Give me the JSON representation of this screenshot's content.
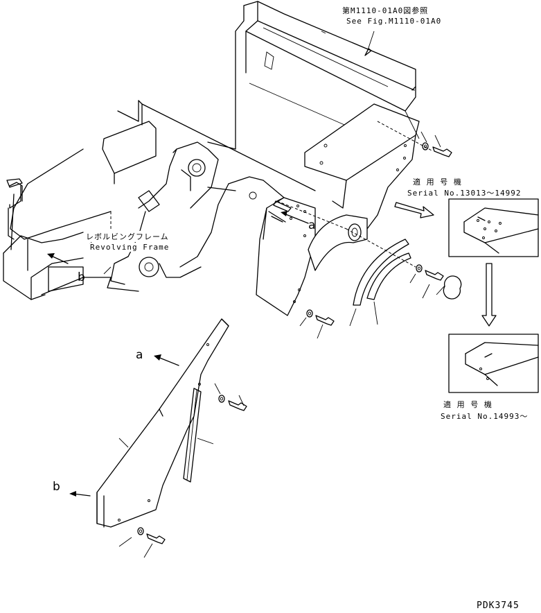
{
  "labels": {
    "ref_fig_jp": "第M1110-01A0図参照",
    "ref_fig_en": "See Fig.M1110-01A0",
    "serial_top_jp": "適 用 号 機",
    "serial_top_en": "Serial No.13013～14992",
    "serial_bottom_jp": "適 用 号 機",
    "serial_bottom_en": "Serial No.14993～",
    "frame_jp": "レボルビングフレーム",
    "frame_en": "Revolving Frame",
    "mark_a_top": "a",
    "mark_b_top": "b",
    "mark_a_bottom": "a",
    "mark_b_bottom": "b",
    "drawing_code": "PDK3745"
  }
}
